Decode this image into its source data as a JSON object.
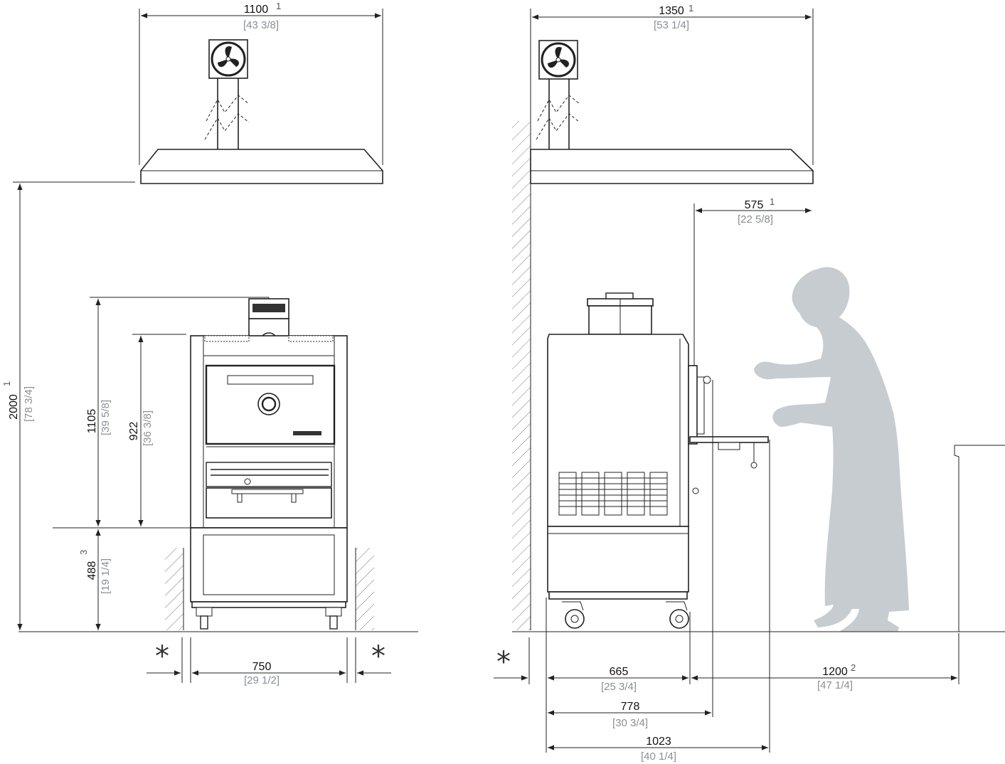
{
  "front_view": {
    "hood_width": {
      "mm": "1100",
      "inch": "[43 3/8]",
      "note": "1"
    },
    "total_height": {
      "mm": "2000",
      "inch": "[78 3/4]",
      "note": "1"
    },
    "oven_height": {
      "mm": "1105",
      "inch": "[39 5/8]"
    },
    "door_height": {
      "mm": "922",
      "inch": "[36 3/8]"
    },
    "stand_height": {
      "mm": "488",
      "inch": "[19 1/4]",
      "note": "3"
    },
    "width": {
      "mm": "750",
      "inch": "[29 1/2]"
    },
    "clearance_marks": [
      "*",
      "*"
    ]
  },
  "side_view": {
    "hood_depth": {
      "mm": "1350",
      "inch": "[53 1/4]",
      "note": "1"
    },
    "hood_overhang": {
      "mm": "575",
      "inch": "[22 5/8]",
      "note": "1"
    },
    "depth": {
      "mm": "665",
      "inch": "[25 3/4]"
    },
    "depth_with_handle": {
      "mm": "778",
      "inch": "[30 3/4]"
    },
    "depth_with_tray": {
      "mm": "1023",
      "inch": "[40 1/4]"
    },
    "work_space": {
      "mm": "1200",
      "inch": "[47 1/4]",
      "note": "2"
    },
    "clearance_marks": [
      "*"
    ]
  },
  "icons": [
    "fan-icon",
    "fan-icon",
    "wall-hatch",
    "operator-silhouette"
  ]
}
